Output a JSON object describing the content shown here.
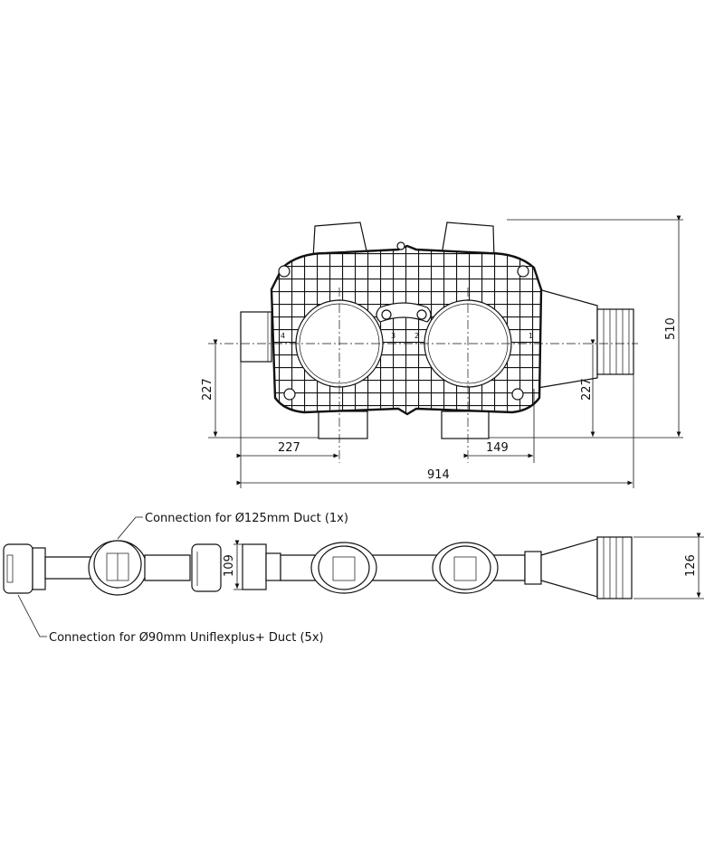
{
  "top_view": {
    "dimensions": {
      "overall_width": "914",
      "overall_height": "510",
      "left_spigot_height": "227",
      "right_spigot_height": "227",
      "left_bottom_offset": "227",
      "right_bottom_offset": "149"
    },
    "port_labels": [
      "4",
      "3",
      "2",
      "1"
    ]
  },
  "side_view": {
    "dimensions": {
      "height_small": "109",
      "height_large": "126"
    },
    "callouts": {
      "duct_125": "Connection for Ø125mm Duct (1x)",
      "duct_90": "Connection for Ø90mm Uniflexplus+ Duct (5x)"
    }
  },
  "icons": {
    "left_port_circle": "duct-opening-icon",
    "right_port_circle": "duct-opening-icon"
  }
}
